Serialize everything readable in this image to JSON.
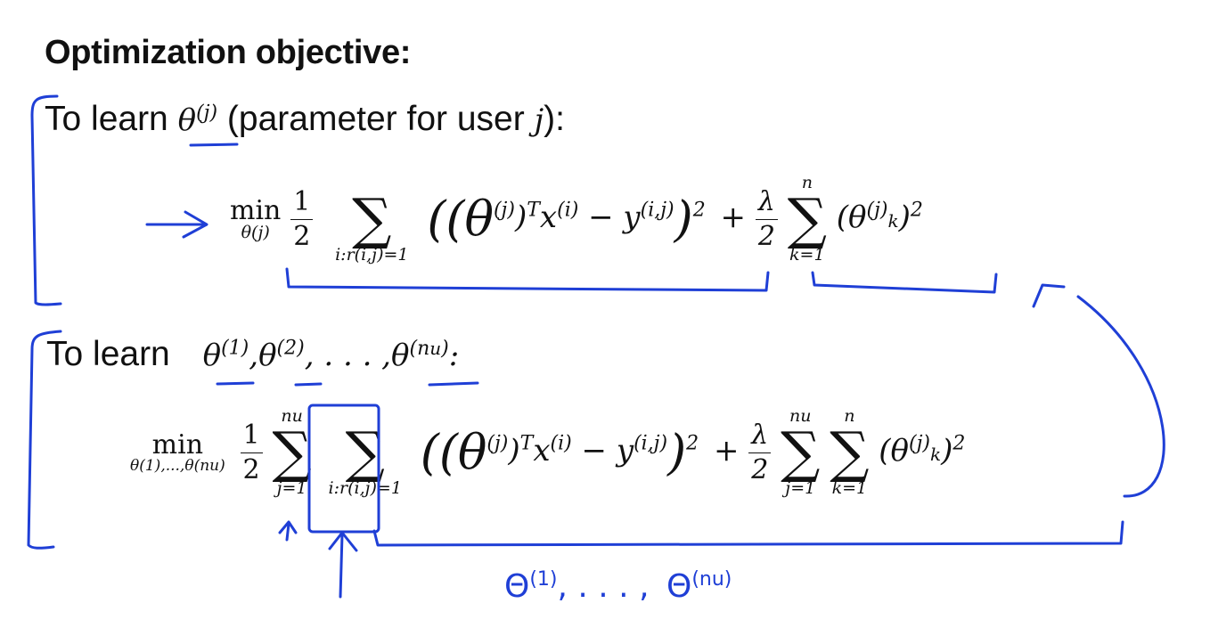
{
  "slide": {
    "title": "Optimization objective:",
    "section1": {
      "prefix": "To learn",
      "theta": "θ",
      "theta_sup": "(j)",
      "suffix_a": "(parameter for user",
      "j": "j",
      "suffix_b": "):",
      "equation": {
        "min": "min",
        "min_sub": "θ(j)",
        "half_num": "1",
        "half_den": "2",
        "sum_symbol": "∑",
        "sum_sub": "i:r(i,j)=1",
        "term_open": "((θ",
        "term_sup1": "(j)",
        "term_mid": ")",
        "term_sup2": "T",
        "term_x": "x",
        "term_sup3": "(i)",
        "term_minus": " − y",
        "term_sup4": "(i,j)",
        "term_close": ")",
        "term_sq": "2",
        "plus": "+",
        "lambda": "λ",
        "lambda_den": "2",
        "sum2_top": "n",
        "sum2_sub": "k=1",
        "reg_open": "(θ",
        "reg_sup": "(j)",
        "reg_sub": "k",
        "reg_close": ")",
        "reg_sq": "2"
      }
    },
    "section2": {
      "prefix": "To learn",
      "thetas": "θ",
      "s1": "(1)",
      "s2": "(2)",
      "s3": "(n",
      "s3u": "u",
      "s3c": ")",
      "dots": ", . . . ,",
      "comma": ",",
      "colon": ":",
      "equation": {
        "min": "min",
        "min_sub": "θ(1),...,θ(nu)",
        "half_num": "1",
        "half_den": "2",
        "sum_symbol": "∑",
        "sumj_top": "nu",
        "sumj_sub": "j=1",
        "sumi_sub": "i:r(i,j)=1",
        "plus": "+",
        "lambda": "λ",
        "lambda_den": "2",
        "sum3_top": "nu",
        "sum3_sub": "j=1",
        "sum4_top": "n",
        "sum4_sub": "k=1"
      }
    },
    "handwriting": {
      "theta_list": "Θ",
      "sup1": "(1)",
      "dots": ", . . . ,",
      "sup2": "(nu)"
    }
  }
}
